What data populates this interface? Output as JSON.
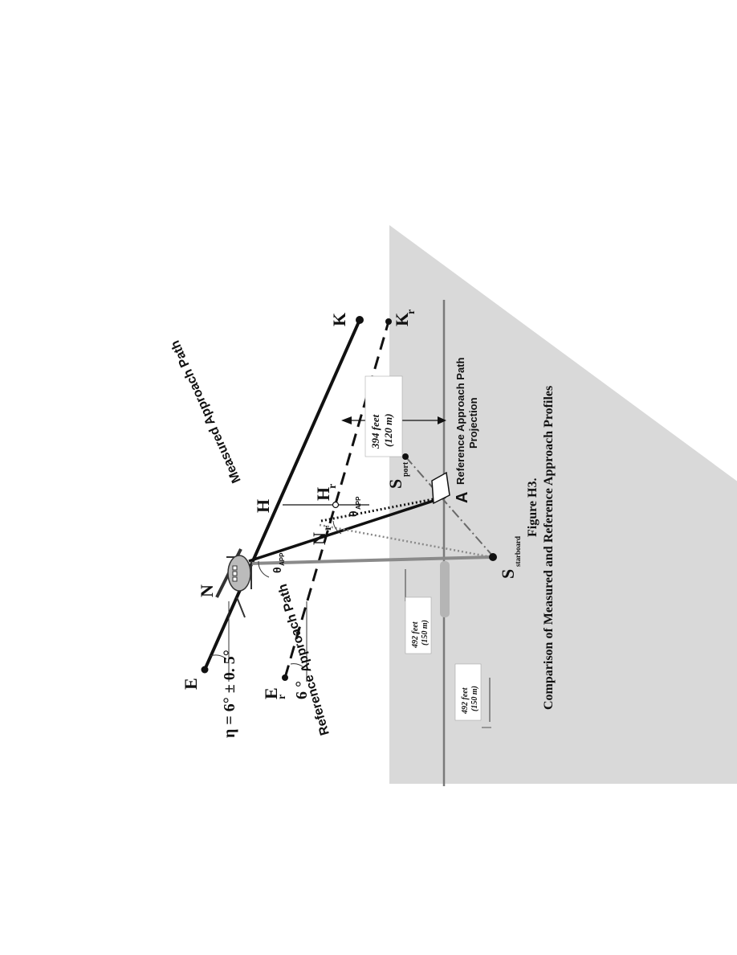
{
  "labels": {
    "E": "E",
    "Er": "E",
    "Er_sub": "r",
    "N": "N",
    "Nr": "N",
    "Nr_sub": "r",
    "H": "H",
    "Hr": "H",
    "Hr_sub": "r",
    "K": "K",
    "Kr": "K",
    "Kr_sub": "r",
    "A": "A",
    "S_port": "S",
    "S_port_sub": "port",
    "S_starboard": "S",
    "S_starboard_sub": "starboard",
    "theta": "θ",
    "theta_sub": "APP",
    "eta": "η = 6° ± 0. 5°",
    "six_deg": "6 °",
    "measured_path": "Measured Approach Path",
    "reference_path": "Reference Approach Path",
    "projection_line1": "Reference Approach Path",
    "projection_line2": "Projection",
    "dist_394_a": "394 feet",
    "dist_394_b": "(120 m)",
    "dist_492_a": "492 feet",
    "dist_492_b": "(150 m)",
    "dist_492c_a": "492 feet",
    "dist_492c_b": "(150 m)"
  },
  "caption": {
    "line1": "Figure H3.",
    "line2": "Comparison of Measured and Reference Approach Profiles"
  },
  "colors": {
    "ground_plane": "#d9d9d9",
    "ink": "#111111",
    "grey_line": "#8a8a8a"
  }
}
